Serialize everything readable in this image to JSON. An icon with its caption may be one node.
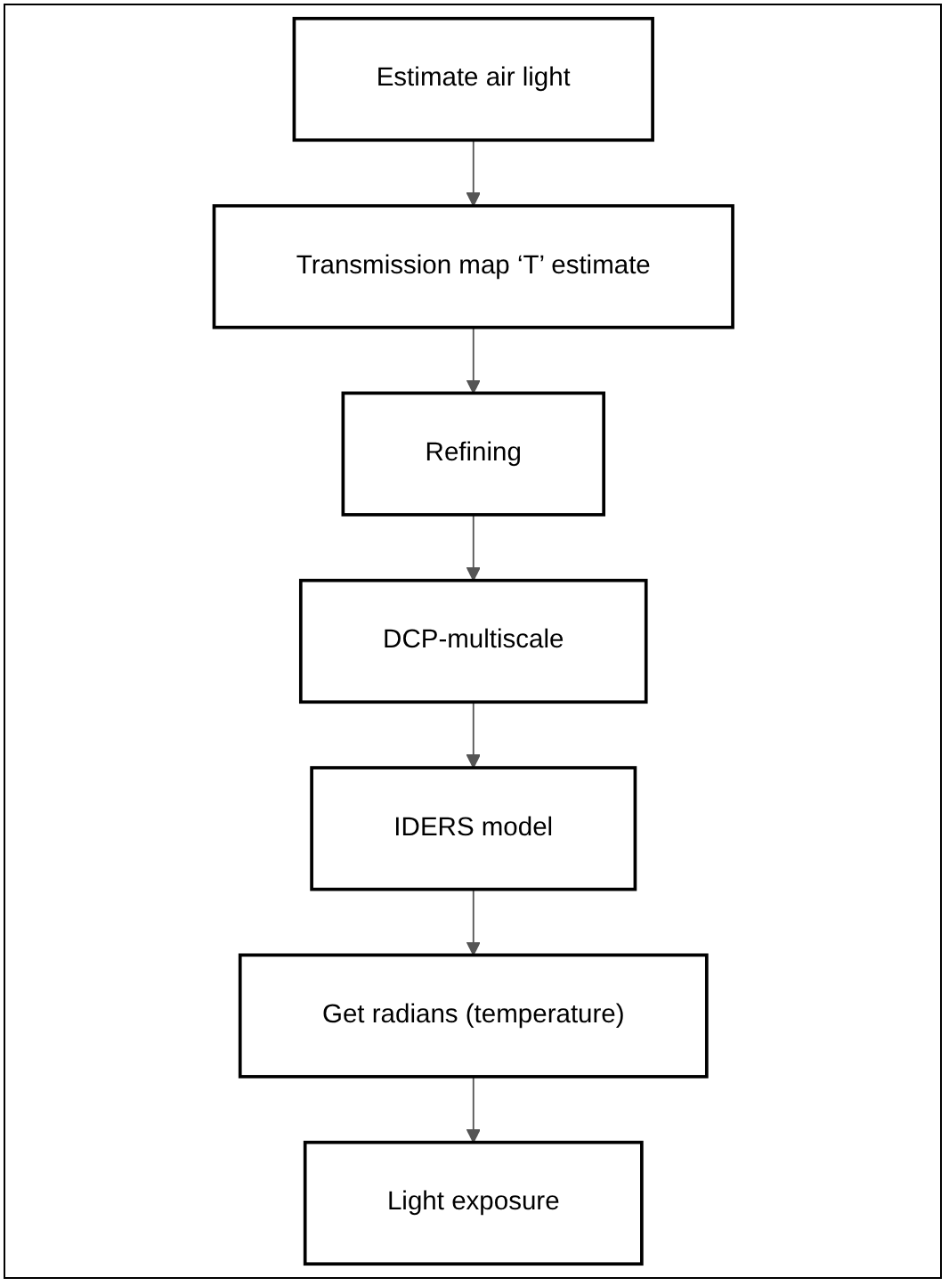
{
  "diagram": {
    "nodes": [
      {
        "text": [
          "Estimate air light"
        ]
      },
      {
        "text": [
          "Transmission map ‘T’ estimate"
        ]
      },
      {
        "text": [
          "Refining"
        ]
      },
      {
        "text": [
          "DCP-multiscale"
        ]
      },
      {
        "text": [
          "IDERS model"
        ]
      },
      {
        "text": [
          "Get radians (temperature)"
        ]
      },
      {
        "text": [
          "Light exposure"
        ]
      }
    ],
    "edges": [
      {
        "from": 0,
        "to": 1,
        "arrow": "to"
      },
      {
        "from": 1,
        "to": 2,
        "arrow": "to"
      },
      {
        "from": 2,
        "to": 3,
        "arrow": "to"
      },
      {
        "from": 3,
        "to": 4,
        "arrow": "to"
      },
      {
        "from": 4,
        "to": 5,
        "arrow": "to"
      },
      {
        "from": 5,
        "to": 6,
        "arrow": "to"
      }
    ]
  }
}
